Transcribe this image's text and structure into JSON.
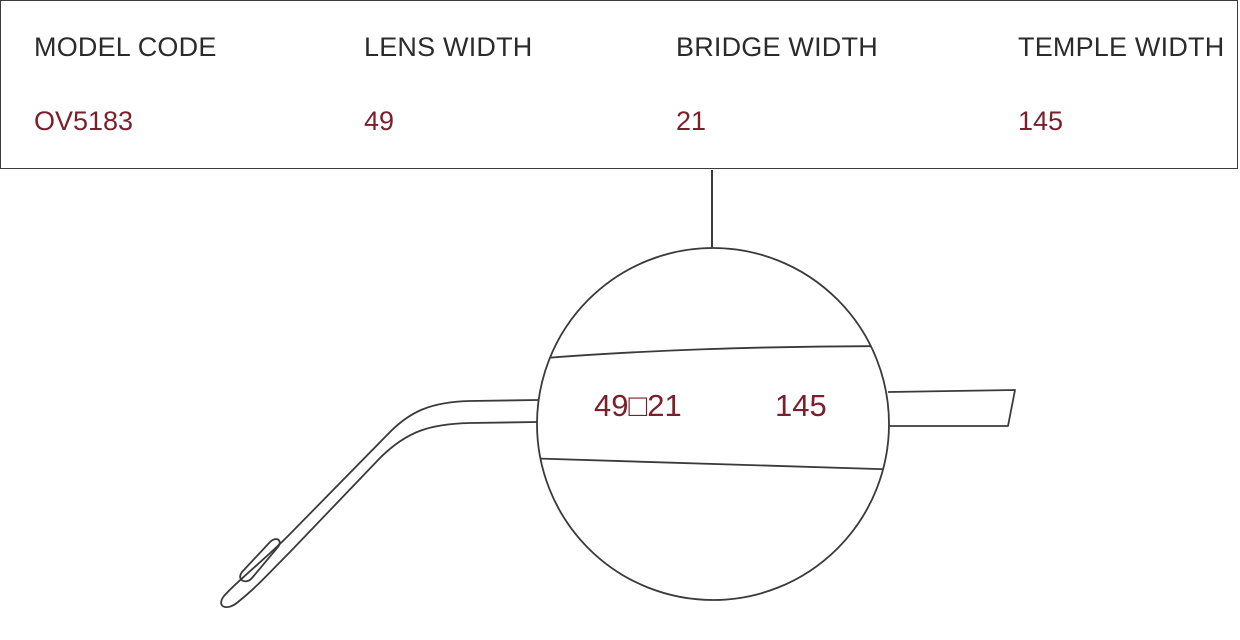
{
  "specs": {
    "columns": [
      {
        "label": "MODEL CODE",
        "value": "OV5183"
      },
      {
        "label": "LENS WIDTH",
        "value": "49"
      },
      {
        "label": "BRIDGE WIDTH",
        "value": "21"
      },
      {
        "label": "TEMPLE WIDTH",
        "value": "145"
      }
    ]
  },
  "engraving": {
    "size_marking": "49□21",
    "temple_marking": "145"
  },
  "colors": {
    "accent": "#7a1f2b",
    "line": "#3a3a3a",
    "label_text": "#2b2b2b"
  }
}
